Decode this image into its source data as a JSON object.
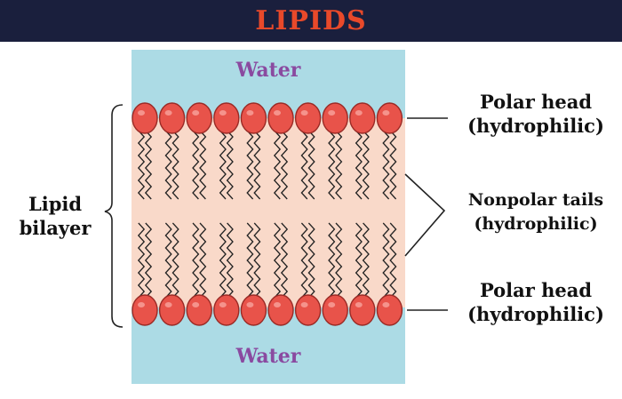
{
  "title": "LIPIDS",
  "labels": {
    "water_top": "Water",
    "water_bottom": "Water",
    "polar_head_top_line1": "Polar head",
    "polar_head_top_line2": "(hydrophilic)",
    "nonpolar_line1": "Nonpolar tails",
    "nonpolar_line2": "(hydrophilic)",
    "polar_head_bottom_line1": "Polar head",
    "polar_head_bottom_line2": "(hydrophilic)",
    "bilayer_line1": "Lipid",
    "bilayer_line2": "bilayer"
  },
  "colors": {
    "title_bg": "#1a1f3d",
    "title_text": "#e8492a",
    "water": "#acdbe5",
    "tail_region": "#f9d9c9",
    "head_fill": "#e8534a",
    "head_stroke": "#9a2a25",
    "tail": "#222222",
    "water_text": "#8a4aa0"
  },
  "heads_per_layer": 10
}
